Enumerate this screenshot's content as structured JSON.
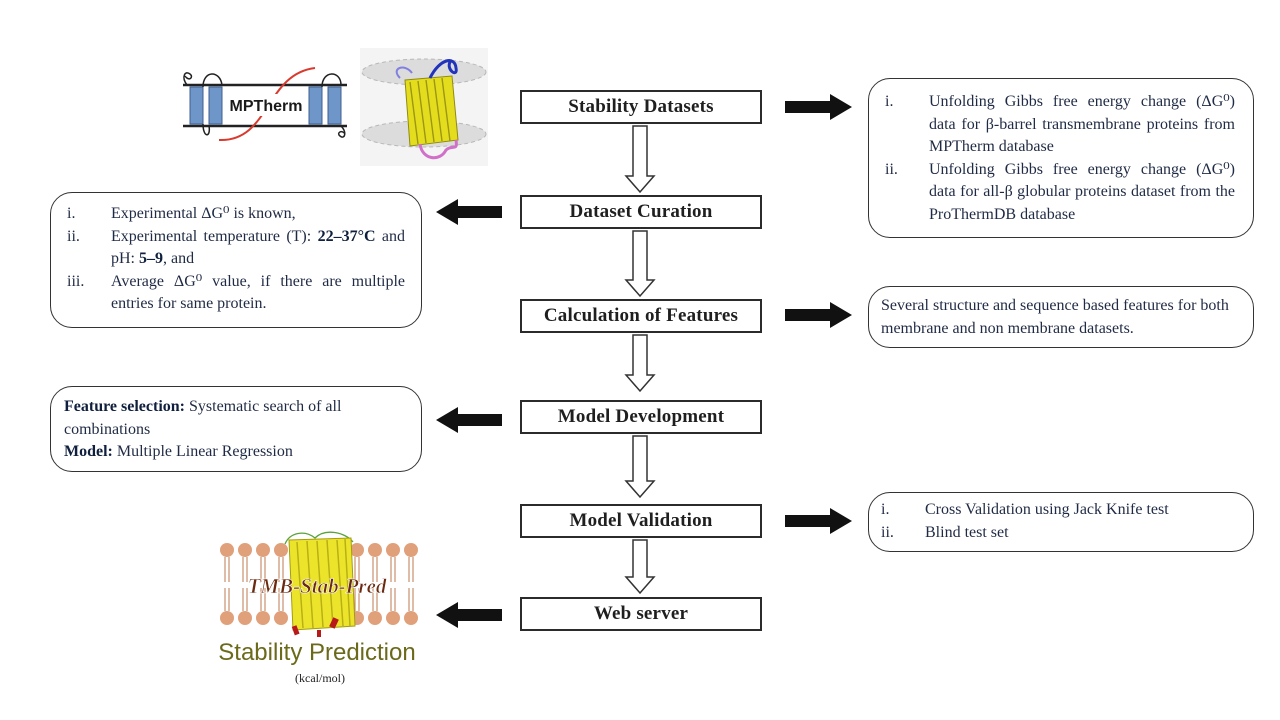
{
  "steps": {
    "stability": "Stability Datasets",
    "curation": "Dataset Curation",
    "features": "Calculation of Features",
    "model_dev": "Model Development",
    "model_val": "Model Validation",
    "webserver": "Web server"
  },
  "logo_mptherm": "MPTherm",
  "datasets_note": [
    {
      "num": "i.",
      "text": "Unfolding Gibbs free energy change (ΔG⁰) data for β-barrel transmembrane proteins from MPTherm database"
    },
    {
      "num": "ii.",
      "text": "Unfolding Gibbs free energy change (ΔG⁰) data for all-β globular proteins dataset from the ProThermDB database"
    }
  ],
  "curation_note": {
    "i_num": "i.",
    "i_text": "Experimental ΔG⁰ is known,",
    "ii_num": "ii.",
    "ii_a": "Experimental temperature (T): ",
    "ii_b": "22–37°C",
    "ii_c": " and pH: ",
    "ii_d": "5–9",
    "ii_e": ", and",
    "iii_num": "iii.",
    "iii_text": "Average ΔG⁰ value, if there are multiple entries for same protein."
  },
  "features_note": "Several structure and sequence based features for both membrane and non membrane datasets.",
  "model_note": {
    "fs_label": "Feature selection:",
    "fs_text": " Systematic search of all combinations",
    "model_label": "Model:",
    "model_text": " Multiple Linear Regression"
  },
  "validation_note": [
    {
      "num": "i.",
      "text": "Cross Validation using Jack Knife test"
    },
    {
      "num": "ii.",
      "text": "Blind test set"
    }
  ],
  "webserver_logo": {
    "name": "TMB-Stab-Pred",
    "tagline": "Stability Prediction",
    "unit": "(kcal/mol)"
  },
  "colors": {
    "box_border": "#2b2b2b",
    "arrow_fill": "#111111",
    "note_text": "#1f2a44",
    "barrel_yellow": "#e8e020",
    "lipid_head": "#e0a07a",
    "logo_brown": "#6b2a10",
    "tagline_olive": "#6b6a1a"
  }
}
